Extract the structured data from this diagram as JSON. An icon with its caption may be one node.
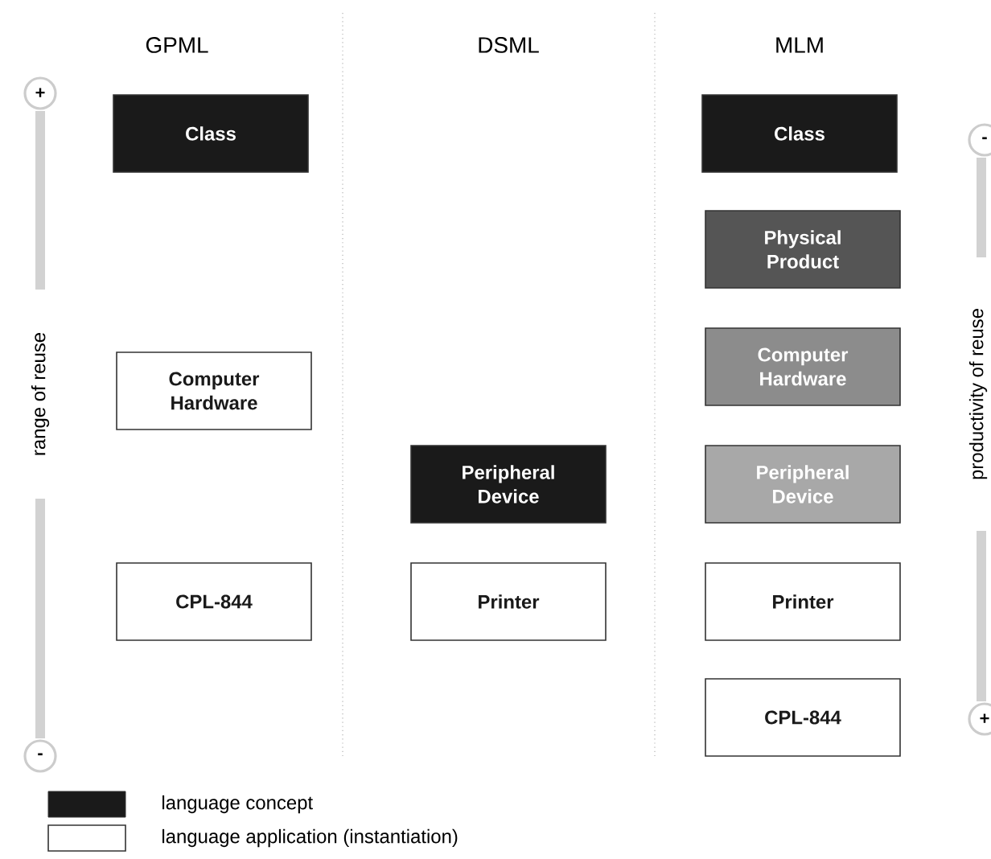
{
  "diagram": {
    "nodes": [
      {
        "text": [
          "Class"
        ]
      },
      {
        "text": [
          "Computer Hardware"
        ]
      },
      {
        "text": [
          "CPL-844"
        ]
      },
      {
        "text": [
          "Peripheral Device"
        ]
      },
      {
        "text": [
          "Printer"
        ]
      },
      {
        "text": [
          "Class"
        ]
      },
      {
        "text": [
          "Physical Product"
        ]
      },
      {
        "text": [
          "Computer Hardware"
        ]
      },
      {
        "text": [
          "Peripheral Device"
        ]
      },
      {
        "text": [
          "Printer"
        ]
      },
      {
        "text": [
          "CPL-844"
        ]
      },
      {
        "text": [
          "+"
        ]
      },
      {
        "text": [
          "-"
        ]
      },
      {
        "text": [
          "-"
        ]
      },
      {
        "text": [
          "+"
        ]
      }
    ],
    "edges": [],
    "labels": [
      "GPML",
      "DSML",
      "MLM",
      "range of reuse",
      "productivity of reuse"
    ],
    "legend": [
      {
        "text": "language concept",
        "color": "#1a1a1a"
      },
      {
        "text": "language application (instantiation)"
      }
    ]
  }
}
